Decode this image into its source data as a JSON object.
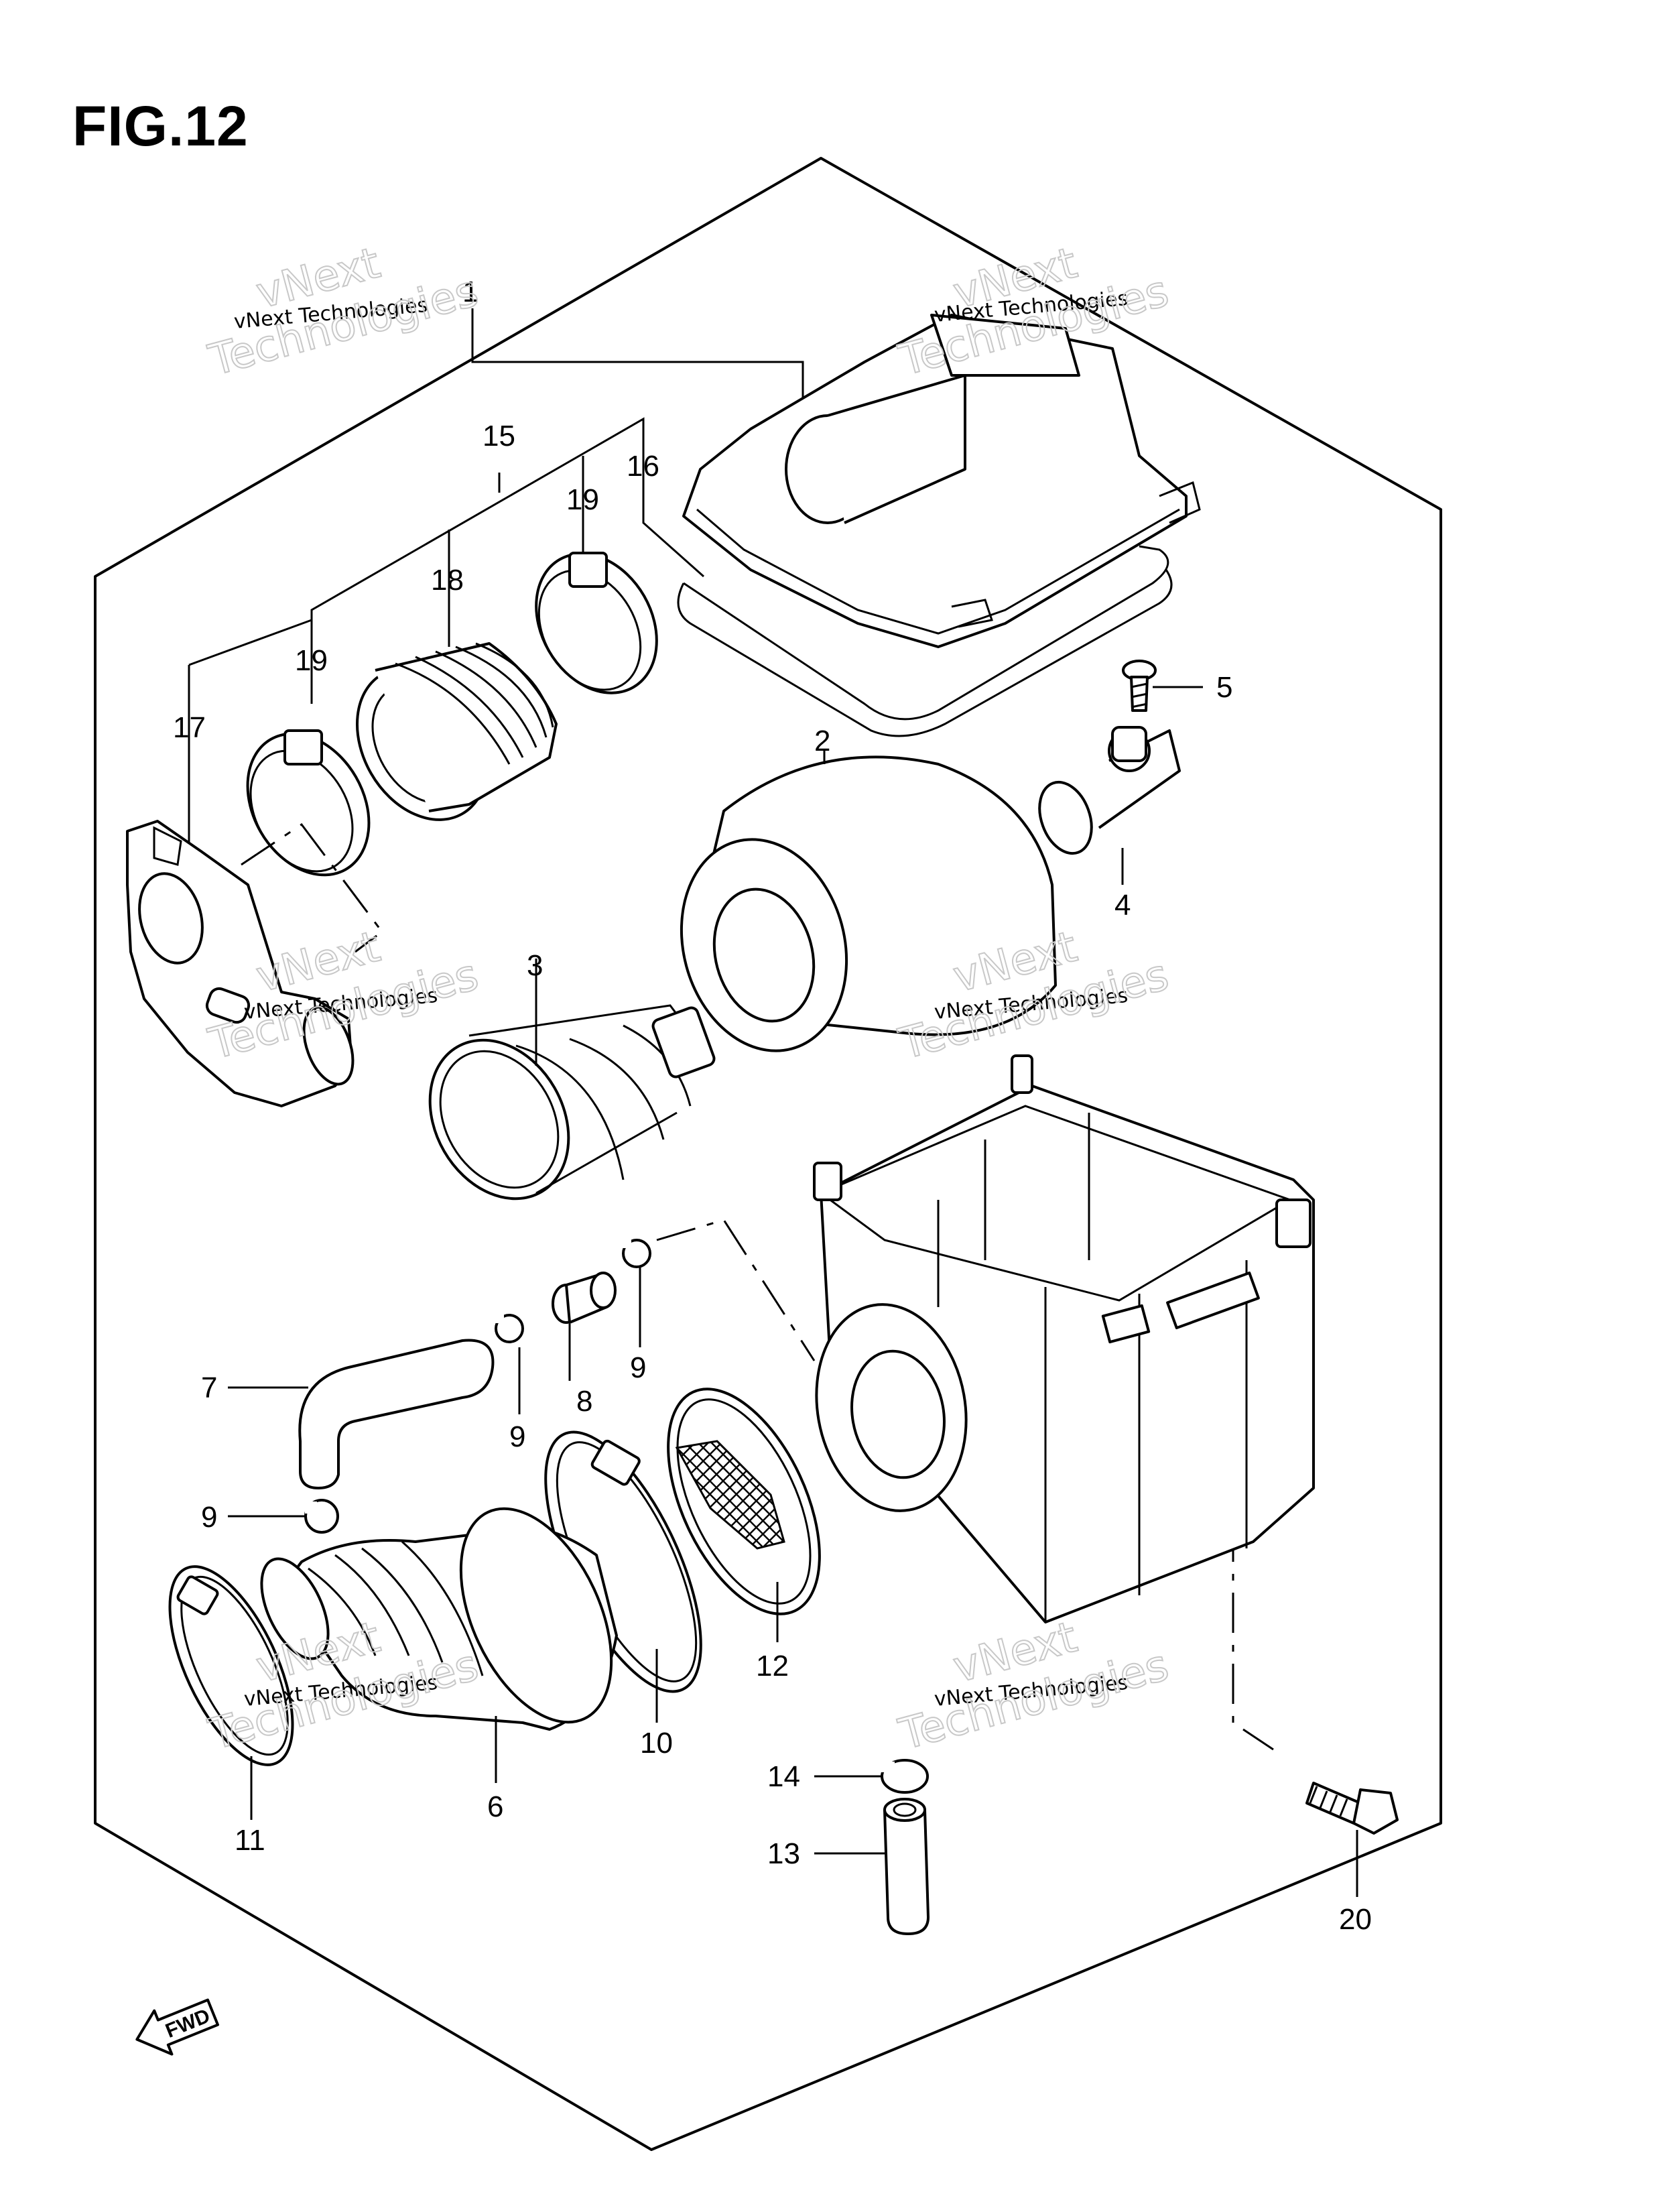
{
  "figure": {
    "title": "FIG.12"
  },
  "callouts": {
    "c1": "1",
    "c2": "2",
    "c3": "3",
    "c4": "4",
    "c5": "5",
    "c6": "6",
    "c7": "7",
    "c8": "8",
    "c9a": "9",
    "c9b": "9",
    "c9c": "9",
    "c10": "10",
    "c11": "11",
    "c12": "12",
    "c13": "13",
    "c14": "14",
    "c15": "15",
    "c16": "16",
    "c17": "17",
    "c18": "18",
    "c19a": "19",
    "c19b": "19",
    "c20": "20"
  },
  "watermark": {
    "line1": "vNext Technologies",
    "big_a": "vNext",
    "big_b": "Technologies"
  },
  "fwd_label": "FWD"
}
